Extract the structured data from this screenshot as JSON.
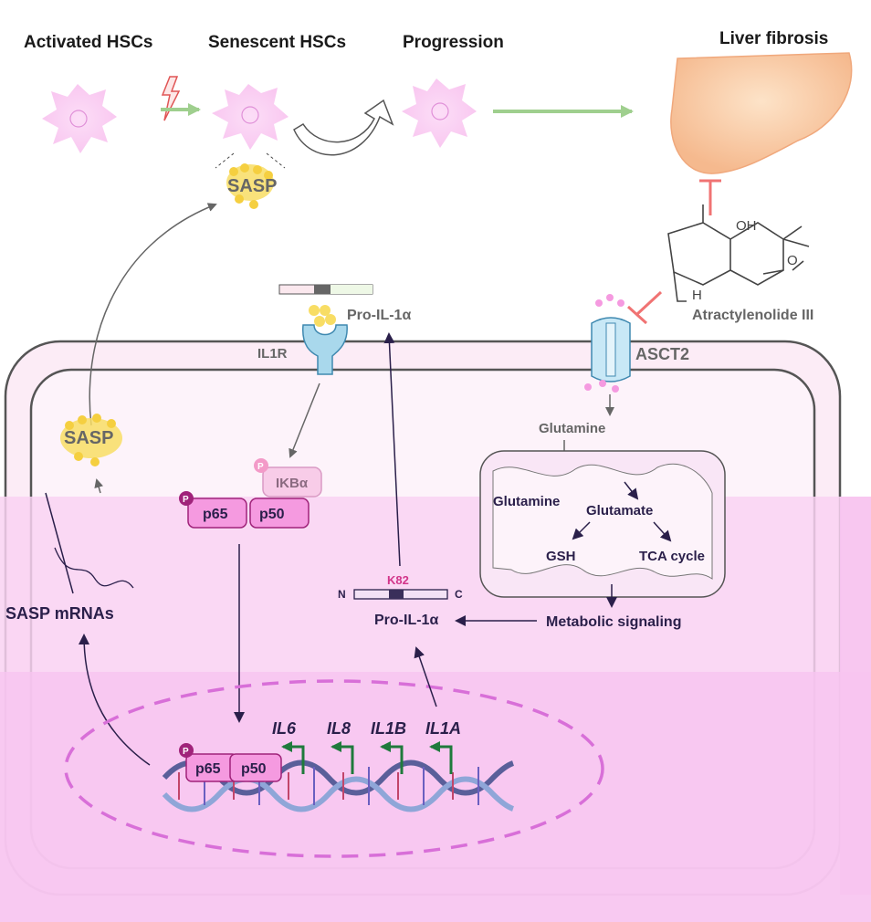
{
  "header": {
    "stage_1": "Activated HSCs",
    "stage_2": "Senescent HSCs",
    "stage_3": "Progression",
    "stage_4": "Liver fibrosis"
  },
  "labels": {
    "sasp_top": "SASP",
    "sasp_cell": "SASP",
    "pro_il1a_top": "Pro-IL-1α",
    "il1r": "IL1R",
    "asct2": "ASCT2",
    "drug": "Atractylenolide III",
    "drug_oh": "OH",
    "drug_o": "O",
    "drug_h": "H",
    "glutamine_outer": "Glutamine",
    "glutamine_inner": "Glutamine",
    "glutamate": "Glutamate",
    "gsh": "GSH",
    "tca": "TCA cycle",
    "metabolic": "Metabolic signaling",
    "ikba": "IKBα",
    "p65": "p65",
    "p50": "p50",
    "p65_nuc": "p65",
    "p50_nuc": "p50",
    "phos": "P",
    "sasp_mrnas": "SASP mRNAs",
    "k82": "K82",
    "n_term": "N",
    "c_term": "C",
    "pro_il1a_cell": "Pro-IL-1α"
  },
  "genes": [
    "IL6",
    "IL8",
    "IL1B",
    "IL1A"
  ],
  "colors": {
    "cell_fill": "#fbe9f5",
    "cyto_fill": "#f9d2f2",
    "nucleus_fill": "#f5b9ee",
    "membrane": "#555555",
    "green_arrow": "#9fcf8e",
    "inhibit": "#f07373",
    "gene_arrow": "#1f7a3c",
    "p_badge": "#a0237a",
    "protein_pink": "#f59ae0"
  }
}
